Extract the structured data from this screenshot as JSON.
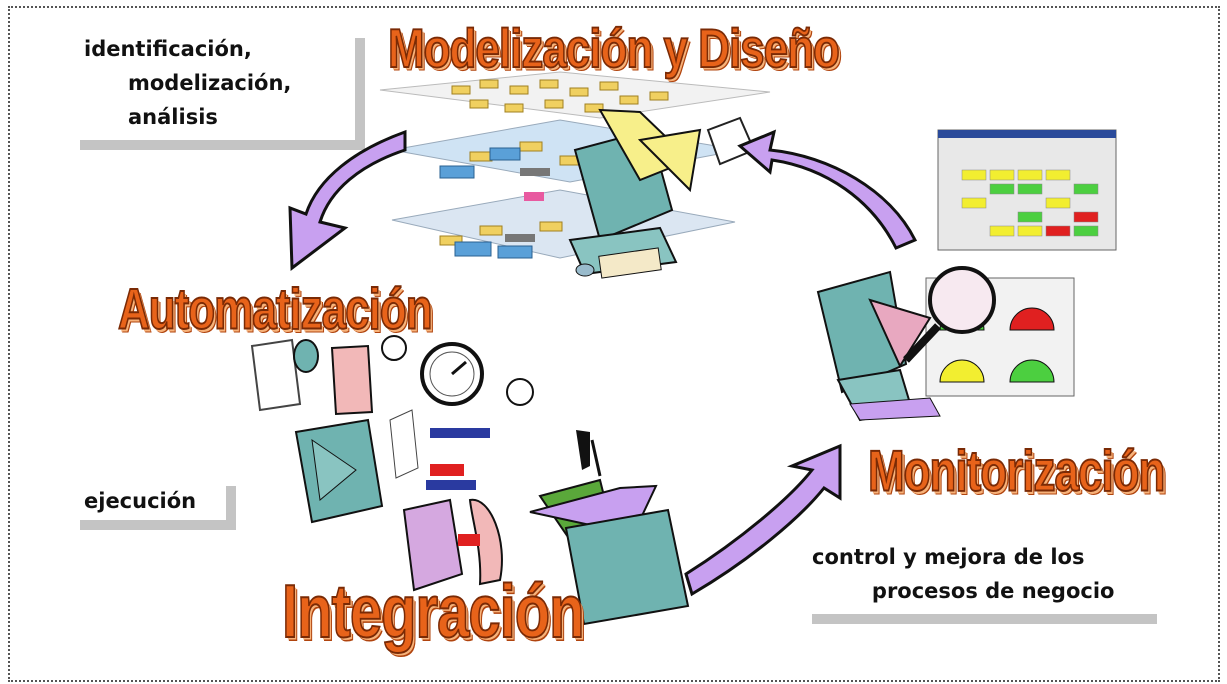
{
  "stages": {
    "modelizacion": "Modelización y Diseño",
    "automatizacion": "Automatización",
    "integracion": "Integración",
    "monitorizacion": "Monitorización"
  },
  "notes": {
    "ident": [
      "identificación,",
      "modelización,",
      "análisis"
    ],
    "ejecucion": "ejecución",
    "control": [
      "control y mejora de los",
      "procesos de negocio"
    ]
  },
  "colors": {
    "title_fill": "#e8631a",
    "arrow_fill": "#c8a0f0",
    "computer": "#6fb3b0"
  }
}
